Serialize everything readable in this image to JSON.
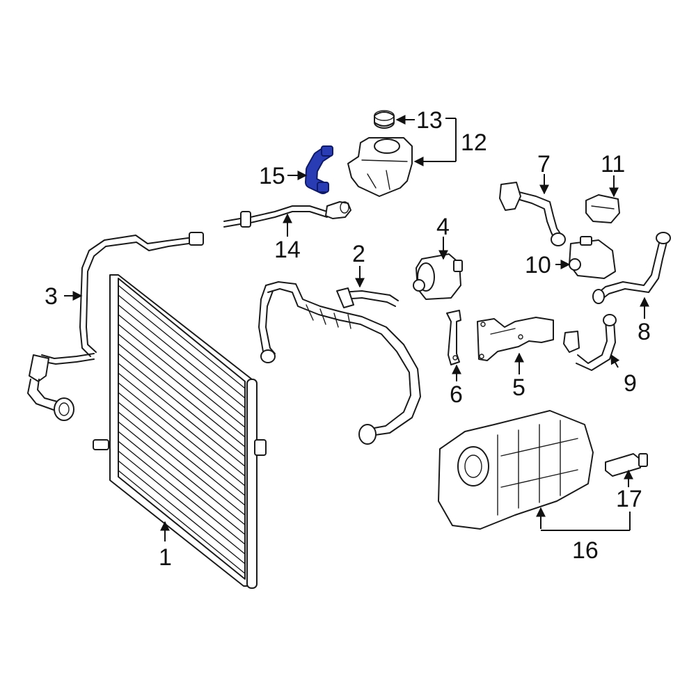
{
  "highlight_color": "#2a3cb4",
  "callouts": {
    "c1": "1",
    "c2": "2",
    "c3": "3",
    "c4": "4",
    "c5": "5",
    "c6": "6",
    "c7": "7",
    "c8": "8",
    "c9": "9",
    "c10": "10",
    "c11": "11",
    "c12": "12",
    "c13": "13",
    "c14": "14",
    "c15": "15",
    "c16": "16",
    "c17": "17"
  }
}
